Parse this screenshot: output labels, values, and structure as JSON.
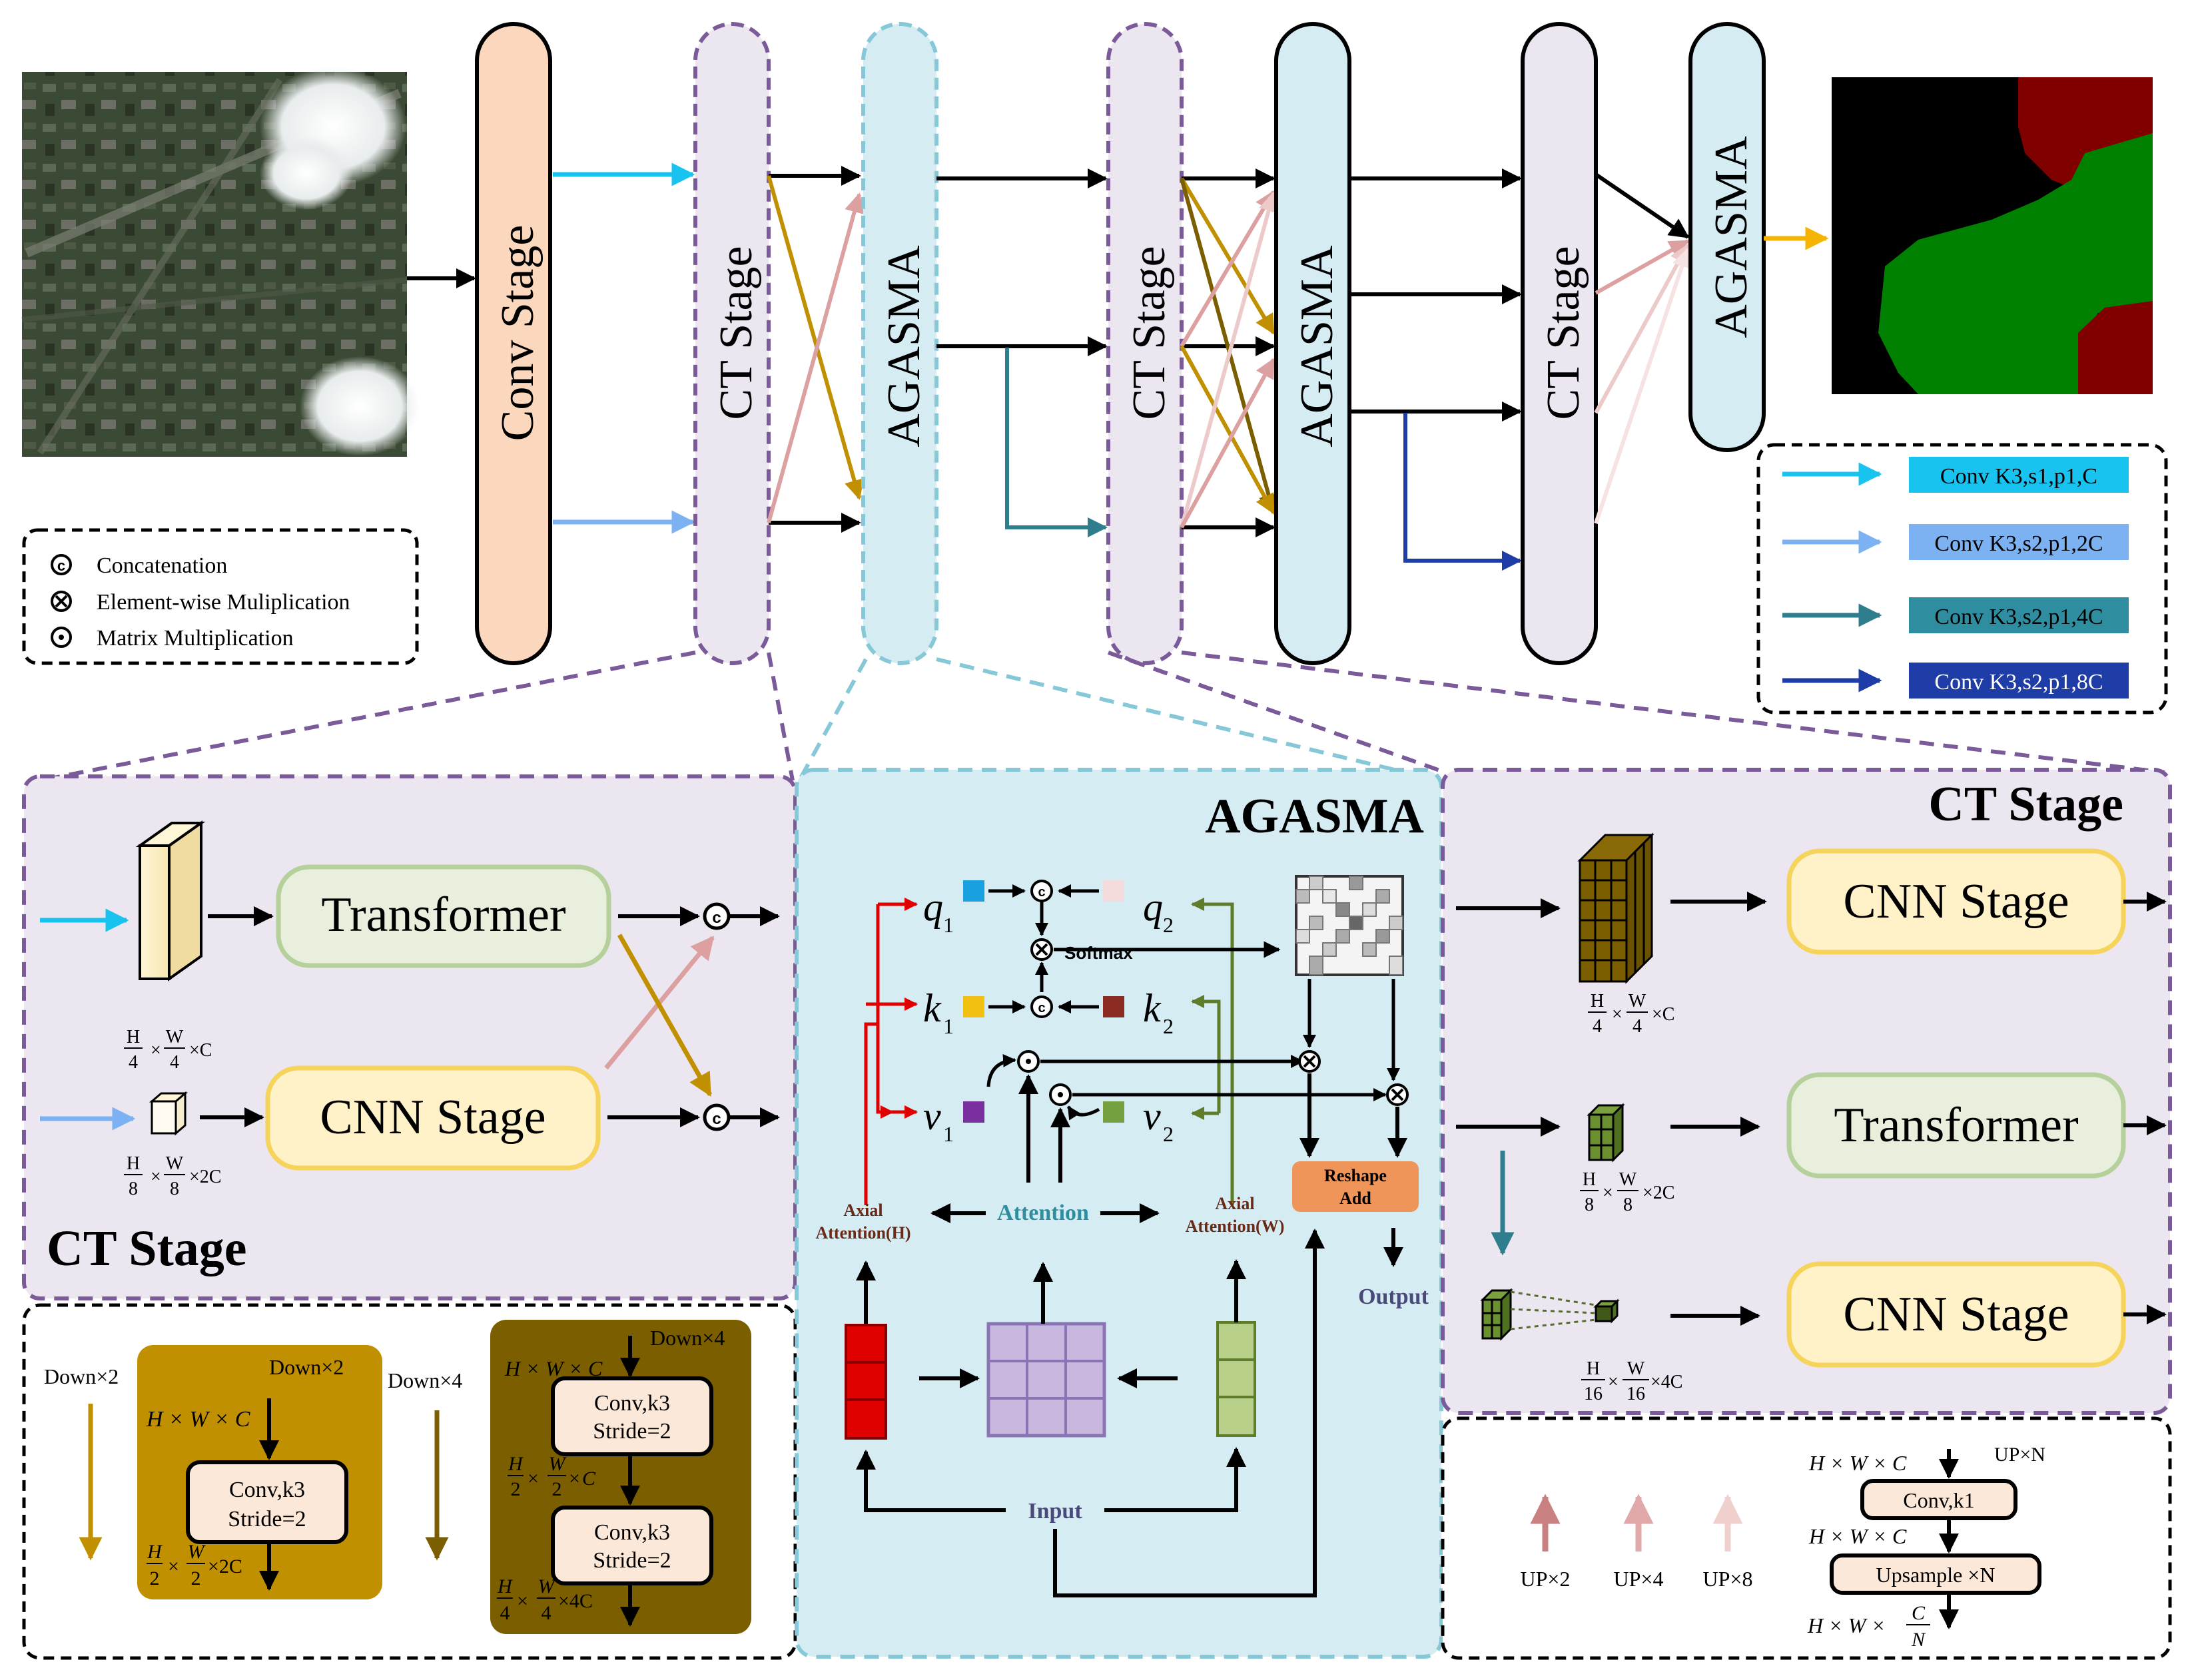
{
  "colors": {
    "conv_stage": "#fbd7bd",
    "ct_stage": "#ebe6ef",
    "agasma": "#d6ecf3",
    "purple_dash": "#7b5a9a",
    "cyan_dash": "#87c8d8",
    "transformer_fill": "#e8f0dd",
    "transformer_stroke": "#b5d09a",
    "cnn_fill": "#fff2c9",
    "cnn_stroke": "#f6d35b",
    "arrow_c": "#18c3ef",
    "arrow_2c": "#7cb2f2",
    "arrow_4c": "#2e7e8e",
    "arrow_8c": "#1f3da6",
    "gold": "#c09000",
    "dark_gold": "#7a5e00",
    "pink": "#dca0a0",
    "pink_light": "#eccaca",
    "red": "#e00000",
    "olive": "#5f7c2b",
    "output_arrow": "#f5b400"
  },
  "icons": [
    "satellite-image",
    "segmentation-map",
    "feature-cube",
    "attention-map-grid"
  ],
  "top": {
    "conv_stage": "Conv  Stage",
    "ct_stage": "CT  Stage",
    "agasma": "AGASMA"
  },
  "legend_ops": {
    "concat_symbol": "c",
    "concat": "Concatenation",
    "mult": "Element-wise Muliplication",
    "matmul": "Matrix Multiplication"
  },
  "legend_conv": [
    {
      "label": "Conv  K3,s1,p1,C"
    },
    {
      "label": "Conv  K3,s2,p1,2C"
    },
    {
      "label": "Conv  K3,s2,p1,4C"
    },
    {
      "label": "Conv  K3,s2,p1,8C"
    }
  ],
  "left_panel": {
    "title": "CT Stage",
    "transformer": "Transformer",
    "cnn": "CNN Stage",
    "dim1_num": "H",
    "dim1_den": "4",
    "dim1_num2": "W",
    "dim1_den2": "4",
    "dim1_tail": "×C",
    "dim2_num": "H",
    "dim2_den": "8",
    "dim2_num2": "W",
    "dim2_den2": "8",
    "dim2_tail": "×2C"
  },
  "down": {
    "d2_label": "Down×2",
    "d4_label": "Down×4",
    "conv": "Conv,k3",
    "stride": "Stride=2",
    "in_dims": "H × W × C",
    "out2_tail": "×2C",
    "out4_tail": "×4C",
    "frac_num_h": "H",
    "frac_num_w": "W",
    "frac_den2": "2",
    "frac_den4": "4",
    "times": "×"
  },
  "agasma_panel": {
    "title": "AGASMA",
    "q1": "q",
    "k1": "k",
    "v1": "v",
    "sub1": "1",
    "q2": "q",
    "k2": "k",
    "v2": "v",
    "sub2": "2",
    "softmax": "Softmax",
    "axial_h_1": "Axial",
    "axial_h_2": "Attention(H)",
    "axial_w_1": "Axial",
    "axial_w_2": "Attention(W)",
    "attention": "Attention",
    "reshape_1": "Reshape",
    "reshape_2": "Add",
    "output": "Output",
    "input": "Input",
    "concat_symbol": "c"
  },
  "right_panel": {
    "title": "CT Stage",
    "cnn_top": "CNN Stage",
    "transformer": "Transformer",
    "cnn_bottom": "CNN Stage",
    "dim_h": "H",
    "dim_w": "W",
    "d4": "4",
    "d8": "8",
    "d16": "16",
    "t1": "×C",
    "t2": "×2C",
    "t3": "×4C",
    "times": "×"
  },
  "up": {
    "up2": "UP×2",
    "up4": "UP×4",
    "up8": "UP×8",
    "upn": "UP×N",
    "conv": "Conv,k1",
    "upsample": "Upsample ×N",
    "dims": "H × W × C",
    "out_c": "C",
    "out_n": "N",
    "out_prefix": "H × W ×"
  }
}
